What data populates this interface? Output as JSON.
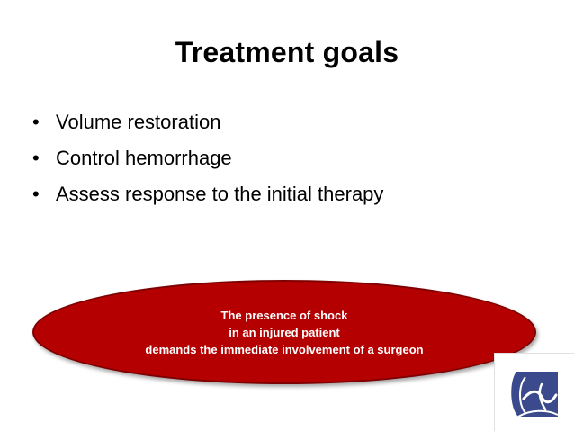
{
  "slide": {
    "title": "Treatment goals",
    "bullet_symbol": "•",
    "bullets": [
      "Volume restoration",
      "Control hemorrhage",
      "Assess response to the initial therapy"
    ],
    "callout": {
      "lines": [
        "The presence of shock",
        "in an injured patient",
        "demands the immediate involvement of a surgeon"
      ],
      "fill_color": "#b40000",
      "text_color": "#ffffff"
    },
    "logo": {
      "icon": "medical-logo-icon",
      "colors": [
        "#3a4a8c",
        "#ffffff"
      ]
    }
  }
}
